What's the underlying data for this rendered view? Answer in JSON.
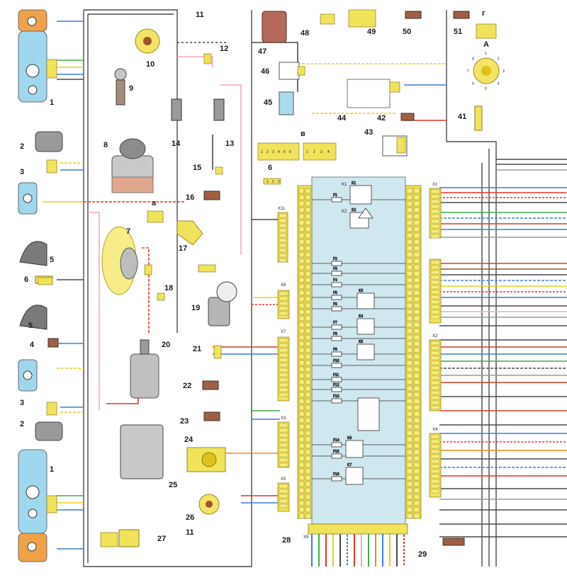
{
  "diagram": {
    "colors": {
      "wire_black": "#3c3c3c",
      "wire_blue": "#3d7fd1",
      "wire_yellow": "#e6d21f",
      "wire_red": "#d83a2a",
      "wire_pink": "#f3a8c8",
      "wire_green": "#3fae4a",
      "wire_brown": "#8a5a2b",
      "wire_orange": "#ef8a24",
      "wire_gray": "#9a9a9a",
      "connector_fill": "#f0e35a",
      "fuse_box_fill": "#cfe7ee",
      "headlamp_fill": "#9fd7ee",
      "amber_fill": "#f0a24a"
    },
    "component_numbers": [
      {
        "id": "c1a",
        "label": "1"
      },
      {
        "id": "c1b",
        "label": "1"
      },
      {
        "id": "c2a",
        "label": "2"
      },
      {
        "id": "c2b",
        "label": "2"
      },
      {
        "id": "c3a",
        "label": "3"
      },
      {
        "id": "c3b",
        "label": "3"
      },
      {
        "id": "c4",
        "label": "4"
      },
      {
        "id": "c5a",
        "label": "5"
      },
      {
        "id": "c5b",
        "label": "5"
      },
      {
        "id": "c6a",
        "label": "6"
      },
      {
        "id": "c6b",
        "label": "6"
      },
      {
        "id": "c7",
        "label": "7"
      },
      {
        "id": "c8",
        "label": "8"
      },
      {
        "id": "c9",
        "label": "9"
      },
      {
        "id": "c10",
        "label": "10"
      },
      {
        "id": "c11a",
        "label": "11"
      },
      {
        "id": "c11b",
        "label": "11"
      },
      {
        "id": "c12",
        "label": "12"
      },
      {
        "id": "c13",
        "label": "13"
      },
      {
        "id": "c14",
        "label": "14"
      },
      {
        "id": "c15",
        "label": "15"
      },
      {
        "id": "c16",
        "label": "16"
      },
      {
        "id": "c17",
        "label": "17"
      },
      {
        "id": "c18",
        "label": "18"
      },
      {
        "id": "c19",
        "label": "19"
      },
      {
        "id": "c20",
        "label": "20"
      },
      {
        "id": "c21",
        "label": "21"
      },
      {
        "id": "c22",
        "label": "22"
      },
      {
        "id": "c23",
        "label": "23"
      },
      {
        "id": "c24",
        "label": "24"
      },
      {
        "id": "c25",
        "label": "25"
      },
      {
        "id": "c26",
        "label": "26"
      },
      {
        "id": "c27",
        "label": "27"
      },
      {
        "id": "c28",
        "label": "28"
      },
      {
        "id": "c29",
        "label": "29"
      },
      {
        "id": "c41",
        "label": "41"
      },
      {
        "id": "c42",
        "label": "42"
      },
      {
        "id": "c43",
        "label": "43"
      },
      {
        "id": "c44",
        "label": "44"
      },
      {
        "id": "c45",
        "label": "45"
      },
      {
        "id": "c46",
        "label": "46"
      },
      {
        "id": "c47",
        "label": "47"
      },
      {
        "id": "c48",
        "label": "48"
      },
      {
        "id": "c49",
        "label": "49"
      },
      {
        "id": "c50",
        "label": "50"
      },
      {
        "id": "c51",
        "label": "51"
      }
    ],
    "inset_letters": [
      {
        "id": "la",
        "label": "a"
      },
      {
        "id": "lv",
        "label": "в"
      },
      {
        "id": "lg",
        "label": "г"
      },
      {
        "id": "ld",
        "label": "A"
      }
    ],
    "connector_codes": [
      {
        "id": "x11",
        "label": "X11"
      },
      {
        "id": "x8",
        "label": "X8"
      },
      {
        "id": "x7",
        "label": "X7"
      },
      {
        "id": "x3",
        "label": "X3"
      },
      {
        "id": "x5",
        "label": "X5"
      },
      {
        "id": "x9",
        "label": "X9"
      },
      {
        "id": "x1",
        "label": "X1"
      },
      {
        "id": "x2",
        "label": "X2"
      },
      {
        "id": "x4",
        "label": "X4"
      },
      {
        "id": "xk",
        "label": "K1"
      },
      {
        "id": "xk2",
        "label": "K2"
      }
    ],
    "fuse_labels": [
      "F1",
      "F2",
      "F3",
      "F4",
      "F5",
      "F6",
      "F7",
      "F8",
      "F9",
      "F10",
      "F11",
      "F12",
      "F13",
      "F14",
      "F15",
      "F16"
    ],
    "relay_labels": [
      "K1",
      "K2",
      "K3",
      "K4",
      "K5",
      "K6",
      "K7"
    ],
    "pin_rows": {
      "inset_v_left": [
        "1",
        "2",
        "3",
        "4",
        "5",
        "6"
      ],
      "inset_v_right": [
        "1",
        "2",
        "3",
        "4"
      ],
      "item6_pins": [
        "1",
        "2",
        "3"
      ]
    },
    "ignition_switch_pins": [
      "1",
      "2",
      "3",
      "4",
      "5",
      "6",
      "7",
      "8"
    ]
  }
}
